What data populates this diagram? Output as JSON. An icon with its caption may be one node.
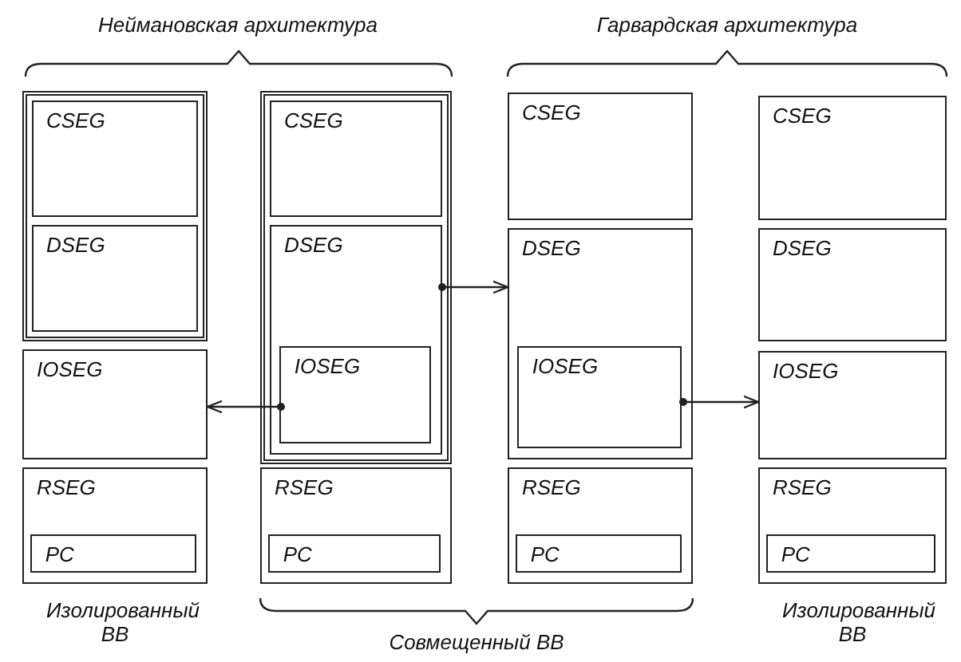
{
  "diagram": {
    "nodes": [
      {
        "text": [],
        "shape": "box"
      },
      {
        "text": [
          "CSEG"
        ],
        "in": 0
      },
      {
        "text": [
          "DSEG"
        ],
        "in": 0
      },
      {
        "text": [
          "IOSEG"
        ]
      },
      {
        "text": [
          "RSEG"
        ]
      },
      {
        "text": [
          "PC"
        ],
        "in": 4
      },
      {
        "text": [],
        "shape": "box"
      },
      {
        "text": [
          "CSEG"
        ],
        "in": 6
      },
      {
        "text": [
          "DSEG"
        ],
        "in": 6
      },
      {
        "text": [
          "IOSEG"
        ],
        "in": 8
      },
      {
        "text": [
          "RSEG"
        ]
      },
      {
        "text": [
          "PC"
        ],
        "in": 10
      },
      {
        "text": [
          "CSEG"
        ]
      },
      {
        "text": [
          "DSEG"
        ]
      },
      {
        "text": [
          "IOSEG"
        ],
        "in": 13
      },
      {
        "text": [
          "RSEG"
        ]
      },
      {
        "text": [
          "PC"
        ],
        "in": 15
      },
      {
        "text": [
          "CSEG"
        ]
      },
      {
        "text": [
          "DSEG"
        ]
      },
      {
        "text": [
          "IOSEG"
        ]
      },
      {
        "text": [
          "RSEG"
        ]
      },
      {
        "text": [
          "PC"
        ],
        "in": 20
      }
    ],
    "edges": [
      {
        "from": 9,
        "to": 3,
        "arrow": "to"
      },
      {
        "from": 8,
        "to": 13,
        "arrow": "to"
      },
      {
        "from": 14,
        "to": 19,
        "arrow": "to"
      }
    ],
    "labels": [
      "Неймановская архитектура",
      "Гарвардская архитектура",
      "Изолированный ВВ",
      "Совмещенный ВВ",
      "Изолированный ВВ"
    ]
  }
}
